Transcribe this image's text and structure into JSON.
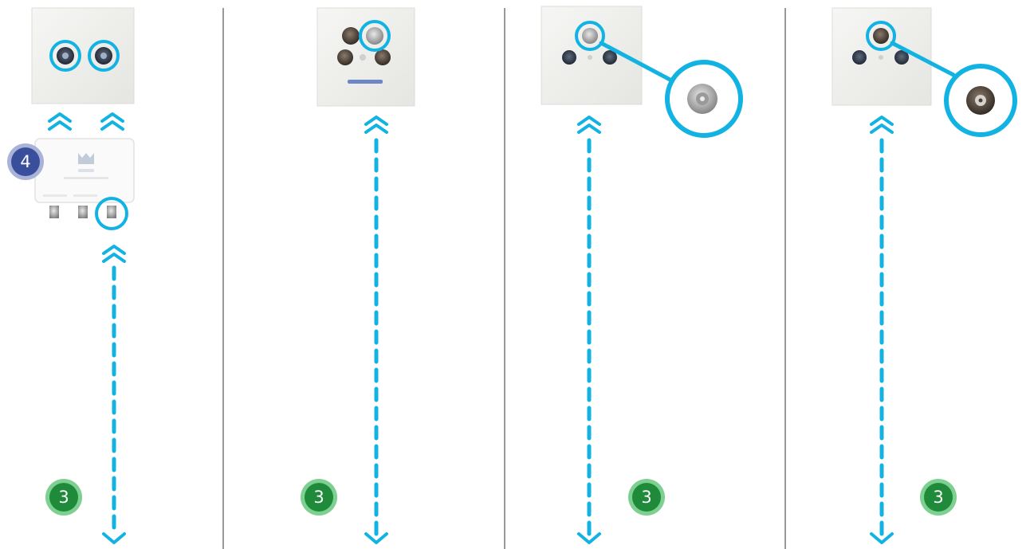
{
  "colors": {
    "accent": "#12b3e3",
    "step_green": "#1e8a3a",
    "step_blue": "#3a4f9c",
    "divider": "#9a9a9a"
  },
  "columns": [
    {
      "step_badge": "3",
      "device_step_badge": "4"
    },
    {
      "step_badge": "3"
    },
    {
      "step_badge": "3"
    },
    {
      "step_badge": "3"
    }
  ]
}
